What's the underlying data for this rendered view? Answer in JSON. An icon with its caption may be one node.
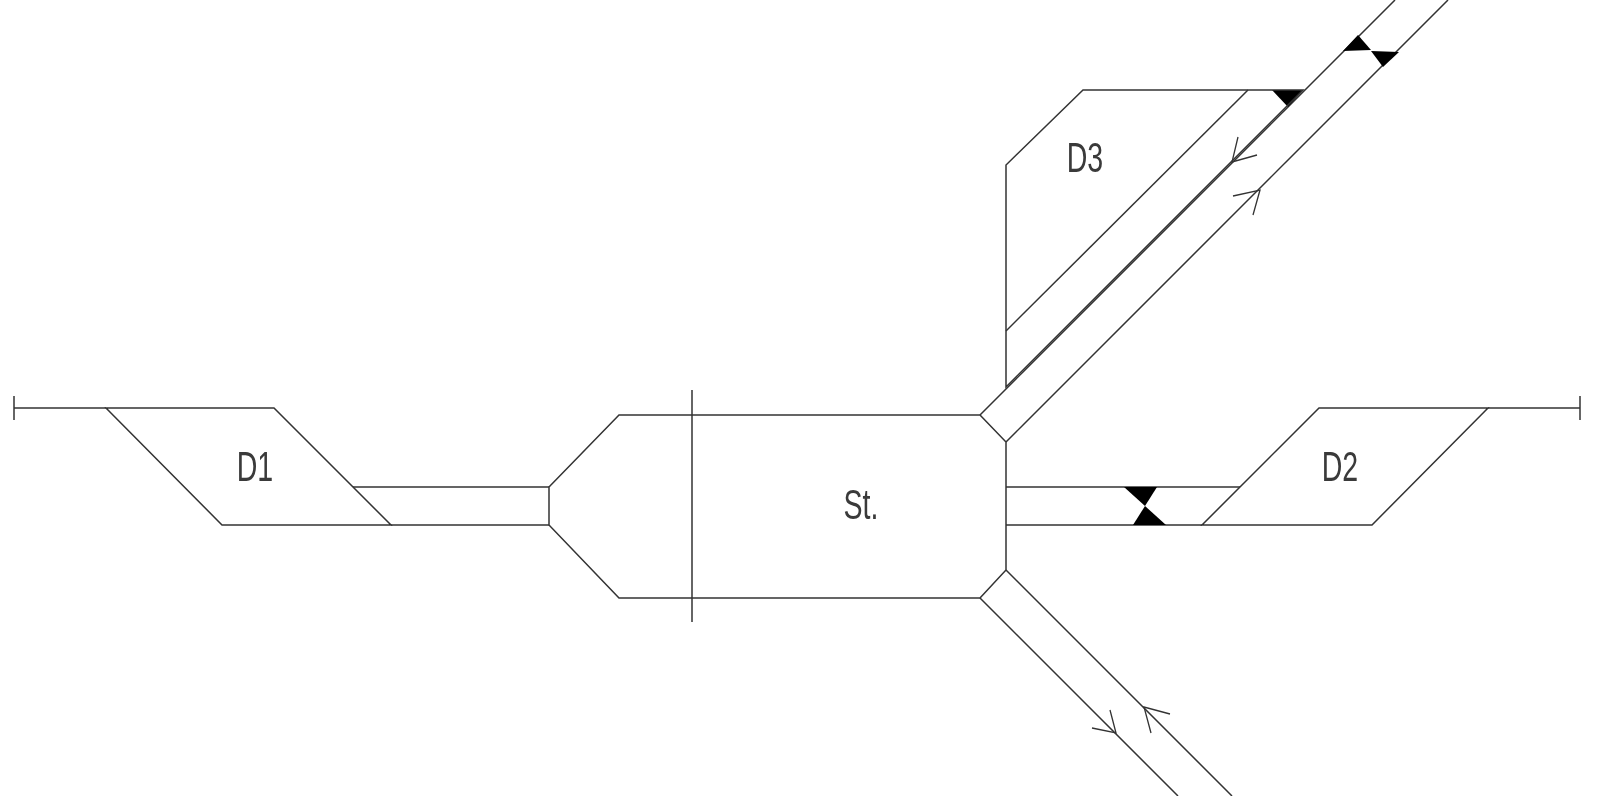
{
  "diagram": {
    "nodes": [
      {
        "text": [
          "D3"
        ]
      },
      {
        "text": [
          "D1"
        ]
      },
      {
        "text": [
          "St."
        ]
      },
      {
        "text": [
          "D2"
        ]
      }
    ],
    "edges": [
      {
        "from": 1,
        "to": 2,
        "arrow": "none"
      },
      {
        "from": 2,
        "to": 3,
        "arrow": "none"
      },
      {
        "from": 2,
        "to": null,
        "arrow": "none"
      },
      {
        "from": 2,
        "to": null,
        "arrow": "none"
      },
      {
        "from": null,
        "to": 1,
        "arrow": "other"
      },
      {
        "from": 3,
        "to": null,
        "arrow": "other"
      }
    ]
  }
}
